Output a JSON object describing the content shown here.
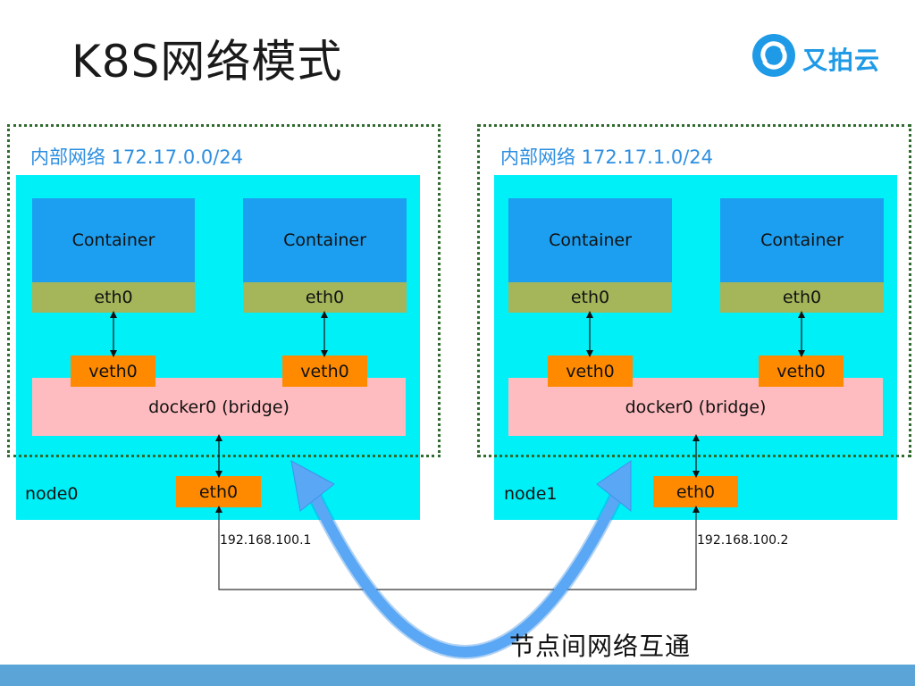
{
  "title": "K8S网络模式",
  "logo": {
    "text": "又拍云",
    "color": "#1e9ae6"
  },
  "nodes": [
    {
      "name": "node0",
      "network_label": "内部网络 172.17.0.0/24",
      "containers": [
        {
          "label": "Container",
          "eth": "eth0",
          "veth": "veth0"
        },
        {
          "label": "Container",
          "eth": "eth0",
          "veth": "veth0"
        }
      ],
      "bridge": "docker0 (bridge)",
      "host_eth": "eth0",
      "ip": "192.168.100.1"
    },
    {
      "name": "node1",
      "network_label": "内部网络 172.17.1.0/24",
      "containers": [
        {
          "label": "Container",
          "eth": "eth0",
          "veth": "veth0"
        },
        {
          "label": "Container",
          "eth": "eth0",
          "veth": "veth0"
        }
      ],
      "bridge": "docker0 (bridge)",
      "host_eth": "eth0",
      "ip": "192.168.100.2"
    }
  ],
  "interconnect_label": "节点间网络互通",
  "colors": {
    "node_bg": "#00f0f8",
    "container": "#1c9ff0",
    "eth": "#a4b55a",
    "veth": "#ff8a00",
    "bridge": "#ffbcc0",
    "dotted_border": "#2f6b2f",
    "big_arrow": "#5aa7f5",
    "footer": "#5aa4d8"
  }
}
